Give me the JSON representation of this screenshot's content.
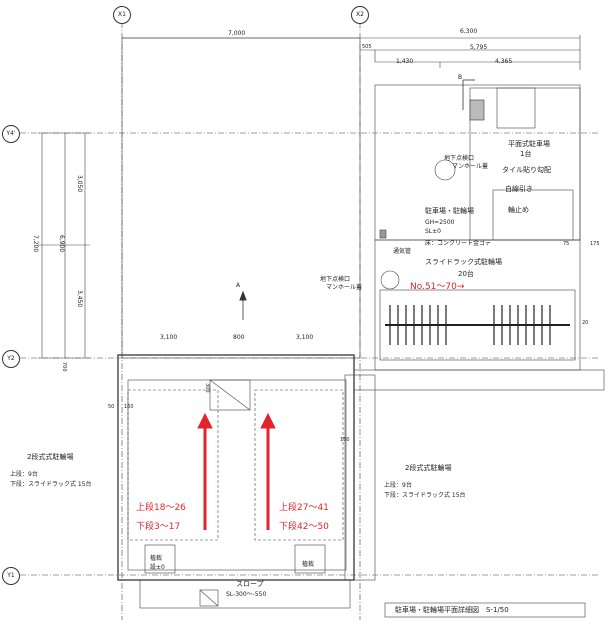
{
  "grid": {
    "x1": "X1",
    "x2": "X2",
    "y1": "Y1",
    "y2": "Y2",
    "y4": "Y4'"
  },
  "dims": {
    "top_left": "7,000",
    "top_right": "6,300",
    "d505": "505",
    "d5795": "5,795",
    "d1430": "1,430",
    "d4365": "4,365",
    "v3050": "3,050",
    "v6900": "6,900",
    "v7200": "7,200",
    "v3450": "3,450",
    "h3100a": "3,100",
    "h800": "800",
    "h3100b": "3,100",
    "d700": "700",
    "d50": "50",
    "d160": "160",
    "d300": "300",
    "d150": "150",
    "d75": "75",
    "d175": "175",
    "d20": "20"
  },
  "labels": {
    "bike_parking_flat": "平面式駐車場",
    "count_1": "1台",
    "tile": "タイル貼り勾配",
    "white_line": "白線引き",
    "wheel_stop": "輪止め",
    "manhole1": "地下点検口",
    "manhole1b": "マンホール蓋",
    "manhole2": "地下点検口",
    "manhole2b": "マンホール蓋",
    "ventilation": "通気管",
    "parking_area": "駐車場・駐輪場",
    "gh": "GH=2500",
    "sl": "SL±0",
    "concrete": "床：コンクリート金ゴテ",
    "slide_rack": "スライドラック式駐輪場",
    "count_20": "20台",
    "red_range_top": "No.51～70→",
    "left_title": "2段式式駐輪場",
    "left_upper": "上段：9台",
    "left_lower": "下段：スライドラック式 15台",
    "right_title": "2段式式駐輪場",
    "right_upper": "上段：9台",
    "right_lower": "下段：スライドラック式 15台",
    "red_l1": "上段18～26",
    "red_l2": "下段3～17",
    "red_r1": "上段27～41",
    "red_r2": "下段42～50",
    "planting_l": "植栽",
    "planting_l2": "設±0",
    "planting_r": "植栽",
    "slope": "スロープ",
    "slope_sl": "SL-300～-550",
    "north": "A",
    "b": "B",
    "footer": "駐車場・駐輪場平面詳細図　S-1/50"
  },
  "colors": {
    "line": "#333333",
    "red": "#e0262b"
  }
}
